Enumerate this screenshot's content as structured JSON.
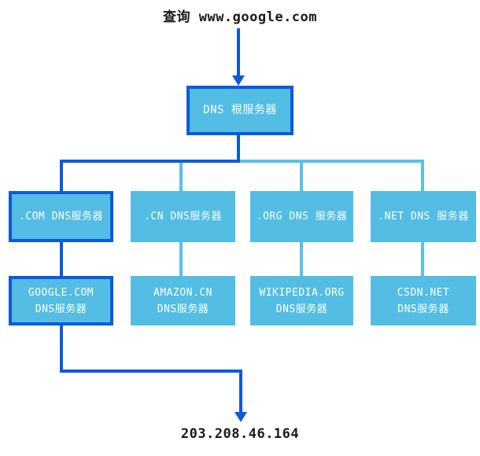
{
  "colors": {
    "highlight": "#0b5ae0",
    "node_fill": "#53bde4",
    "line_light": "#56c2e8",
    "label_text": "#1a1a1a",
    "node_text": "#ffffff"
  },
  "diagram": {
    "query_label": "查询 www.google.com",
    "root_server": {
      "label": "DNS 根服务器"
    },
    "tld_servers": [
      {
        "label": ".COM DNS服务器"
      },
      {
        "label": ".CN DNS服务器"
      },
      {
        "label": ".ORG DNS 服务器"
      },
      {
        "label": ".NET DNS 服务器"
      }
    ],
    "authoritative_servers": [
      {
        "line1": "GOOGLE.COM",
        "line2": "DNS服务器"
      },
      {
        "line1": "AMAZON.CN",
        "line2": "DNS服务器"
      },
      {
        "line1": "WIKIPEDIA.ORG",
        "line2": "DNS服务器"
      },
      {
        "line1": "CSDN.NET",
        "line2": "DNS服务器"
      }
    ],
    "result_ip": "203.208.46.164"
  }
}
